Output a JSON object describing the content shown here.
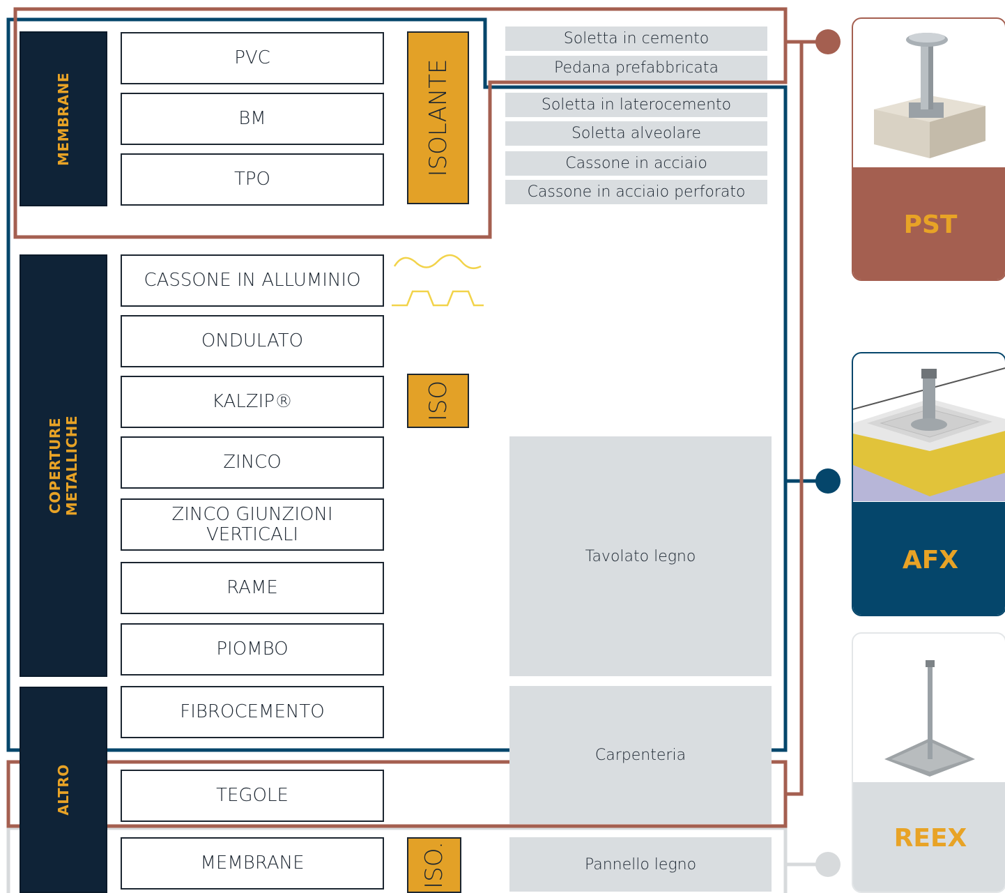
{
  "categories": {
    "membrane": "MEMBRANE",
    "coperture": [
      "COPERTURE",
      "METALLICHE"
    ],
    "altro": "ALTRO"
  },
  "membrane_items": [
    "PVC",
    "BM",
    "TPO"
  ],
  "metal_items": [
    "CASSONE IN ALLUMINIO",
    "ONDULATO",
    "KALZIP®",
    "ZINCO",
    "ZINCO GIUNZIONI VERTICALI",
    "RAME",
    "PIOMBO"
  ],
  "altro_items": [
    "FIBROCEMENTO",
    "TEGOLE",
    "MEMBRANE"
  ],
  "iso_labels": {
    "isolante": "ISOLANTE",
    "iso": "ISO",
    "iso_dot": "ISO."
  },
  "substrates": {
    "top": [
      "Soletta in cemento",
      "Pedana prefabbricata"
    ],
    "middle": [
      "Soletta in laterocemento",
      "Soletta alveolare",
      "Cassone in acciaio",
      "Cassone in acciaio perforato"
    ],
    "tavolato": "Tavolato legno",
    "carpenteria": "Carpenteria",
    "pannello": "Pannello legno"
  },
  "products": [
    {
      "name": "PST",
      "color": "#a45f50"
    },
    {
      "name": "AFX",
      "color": "#05466b"
    },
    {
      "name": "REEX",
      "color": "#d9dde0"
    }
  ],
  "colors": {
    "pst_line": "#a45f50",
    "afx_line": "#05466b",
    "reex_line": "#d7dadc",
    "navy": "#0f2337",
    "accent": "#e8a326"
  }
}
